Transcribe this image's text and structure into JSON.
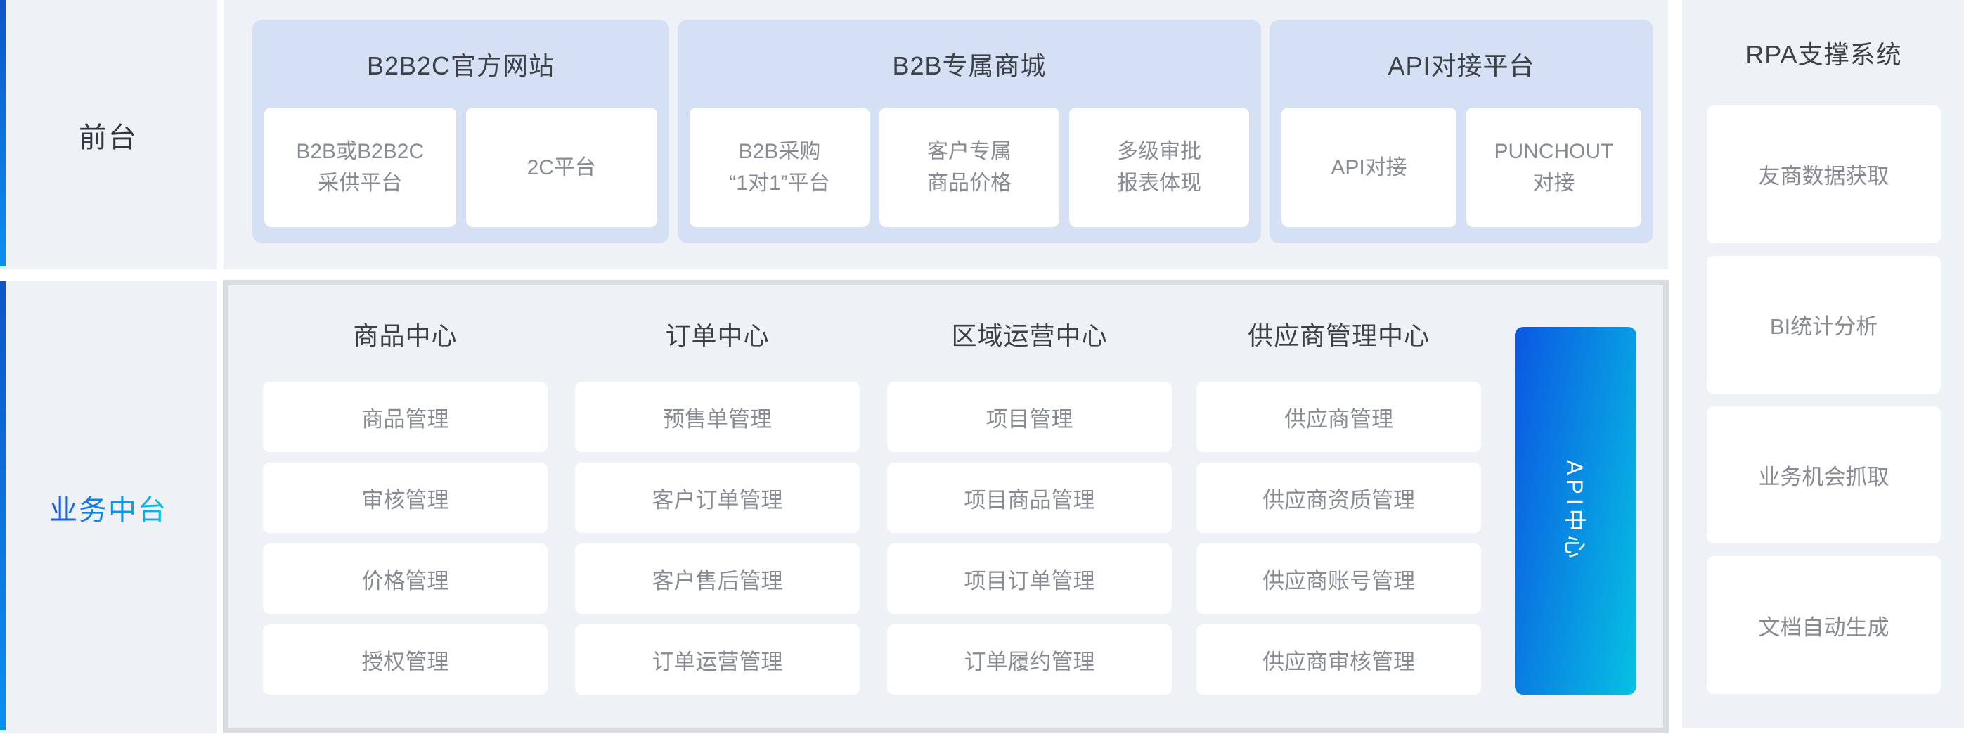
{
  "colors": {
    "accent_bar_top": "#0d55c9",
    "accent_bar_bottom": "#0a8ff2",
    "panel_gray": "#eef1f5",
    "group_blue": "#d5e0f4",
    "container_border": "#d9dce1",
    "api_gradient_start": "#0b57e2",
    "api_gradient_end": "#06c2e2",
    "header_text": "#3c4047",
    "cell_text": "#878b93",
    "mid_label_gradient_start": "#1e56e4",
    "mid_label_gradient_end": "#00c3e4"
  },
  "sections": {
    "front": {
      "label": "前台"
    },
    "middle": {
      "label": "业务中台"
    }
  },
  "top_groups": [
    {
      "title": "B2B2C官方网站",
      "cells": [
        "B2B或B2B2C\n采供平台",
        "2C平台"
      ]
    },
    {
      "title": "B2B专属商城",
      "cells": [
        "B2B采购\n“1对1”平台",
        "客户专属\n商品价格",
        "多级审批\n报表体现"
      ]
    },
    {
      "title": "API对接平台",
      "cells": [
        "API对接",
        "PUNCHOUT\n对接"
      ]
    }
  ],
  "middle_columns": [
    {
      "title": "商品中心",
      "cells": [
        "商品管理",
        "审核管理",
        "价格管理",
        "授权管理"
      ]
    },
    {
      "title": "订单中心",
      "cells": [
        "预售单管理",
        "客户订单管理",
        "客户售后管理",
        "订单运营管理"
      ]
    },
    {
      "title": "区域运营中心",
      "cells": [
        "项目管理",
        "项目商品管理",
        "项目订单管理",
        "订单履约管理"
      ]
    },
    {
      "title": "供应商管理中心",
      "cells": [
        "供应商管理",
        "供应商资质管理",
        "供应商账号管理",
        "供应商审核管理"
      ]
    }
  ],
  "api_center": {
    "label": "API中心"
  },
  "rpa": {
    "title": "RPA支撑系统",
    "cells": [
      "友商数据获取",
      "BI统计分析",
      "业务机会抓取",
      "文档自动生成"
    ]
  }
}
